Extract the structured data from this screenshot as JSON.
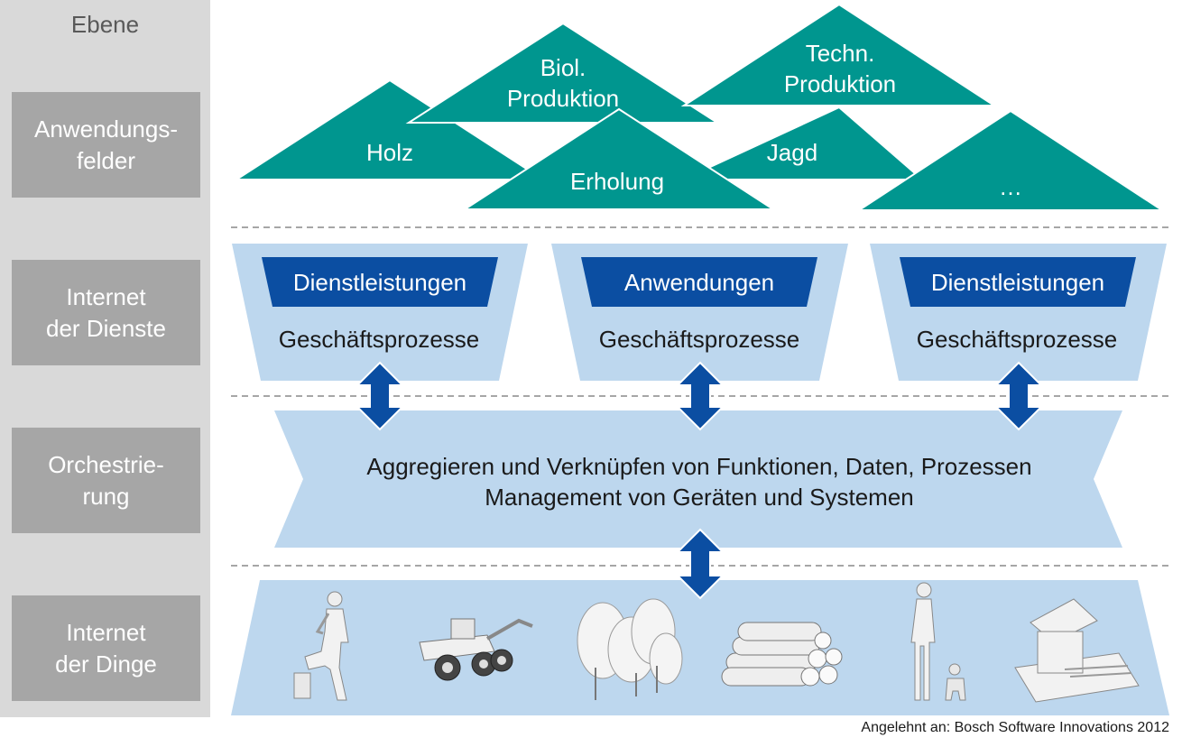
{
  "sidebar": {
    "header": "Ebene",
    "levels": [
      {
        "label": "Anwendungs-\nfelder"
      },
      {
        "label": "Internet\nder Dienste"
      },
      {
        "label": "Orchestrie-\nrung"
      },
      {
        "label": "Internet\nder Dinge"
      }
    ]
  },
  "application_fields": {
    "holz": "Holz",
    "biol": "Biol.\nProduktion",
    "techn": "Techn.\nProduktion",
    "erholung": "Erholung",
    "jagd": "Jagd",
    "more": "…"
  },
  "services": [
    {
      "badge": "Dienstleistungen",
      "process": "Geschäftsprozesse"
    },
    {
      "badge": "Anwendungen",
      "process": "Geschäftsprozesse"
    },
    {
      "badge": "Dienstleistungen",
      "process": "Geschäftsprozesse"
    }
  ],
  "orchestration": {
    "line1": "Aggregieren und Verknüpfen von Funktionen, Daten, Prozessen",
    "line2": "Management von Geräten und Systemen"
  },
  "things": [
    "hiker-figure",
    "forest-harvester",
    "trees",
    "log-pile",
    "person-with-dog",
    "sawmill"
  ],
  "colors": {
    "teal": "#00968f",
    "light_blue": "#bdd7ee",
    "dark_blue": "#0b4ea2",
    "gray_box": "#a6a6a6",
    "sidebar_bg": "#d9d9d9"
  },
  "source": "Angelehnt an: Bosch Software Innovations 2012"
}
